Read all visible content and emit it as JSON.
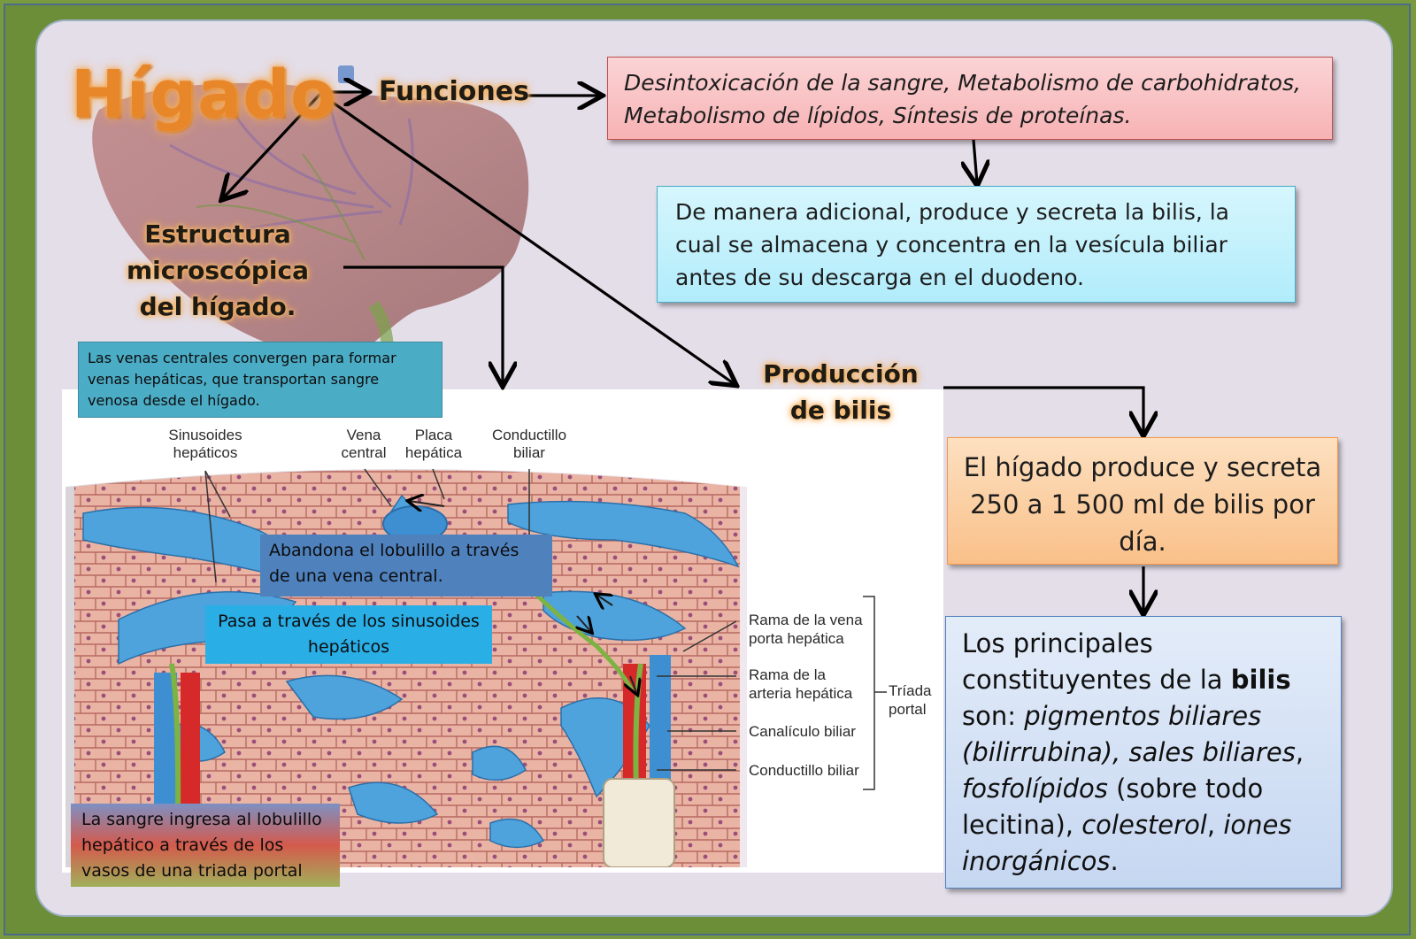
{
  "title": "Hígado",
  "nodes": {
    "funciones": "Funciones",
    "estructura": "Estructura microscópica del hígado.",
    "produccion": "Producción de bilis"
  },
  "boxes": {
    "funciones_list": "Desintoxicación de la sangre, Metabolismo de carbohidratos, Metabolismo de lípidos, Síntesis de proteínas.",
    "bilis_adicional": "De manera adicional, produce y secreta la bilis, la cual se almacena y concentra en la vesícula biliar antes de su descarga en el duodeno.",
    "produccion_cantidad": "El hígado produce y secreta 250 a 1 500 ml de bilis por día.",
    "constituyentes": {
      "intro": "Los principales constituyentes de la ",
      "bold": "bilis",
      "after": " son: ",
      "i1": "pigmentos biliares (bilirrubina), sales biliares",
      "comma1": ", ",
      "i2": "fosfolípidos",
      "mid": " (sobre todo lecitina), ",
      "i3": "colesterol",
      "comma2": ", ",
      "i4": "iones inorgánicos",
      "end": "."
    }
  },
  "notes": {
    "venas_centrales": "Las venas centrales convergen para formar venas hepáticas, que transportan sangre venosa desde el hígado.",
    "abandona": "Abandona el lobulillo a través de una vena central.",
    "pasa": "Pasa a través de los sinusoides hepáticos",
    "ingresa": "La sangre ingresa al lobulillo hepático a través de los vasos de una triada portal"
  },
  "diagram_labels": {
    "sinusoides": "Sinusoides hepáticos",
    "vena_central": "Vena central",
    "placa": "Placa hepática",
    "conductillo_top": "Conductillo biliar",
    "rama_vena": "Rama de la vena porta hepática",
    "rama_arteria": "Rama de la arteria hepática",
    "canaliculo": "Canalículo biliar",
    "conductillo": "Conductillo biliar",
    "triada": "Tríada portal"
  },
  "colors": {
    "frame": "#6d8e39",
    "panel": "#e4dee9",
    "title_orange": "#e8862a",
    "vessel_blue": "#3d8fd1",
    "artery_red": "#d62a2a",
    "bile_green": "#7cb342",
    "hepatocyte": "#e9a99a"
  }
}
